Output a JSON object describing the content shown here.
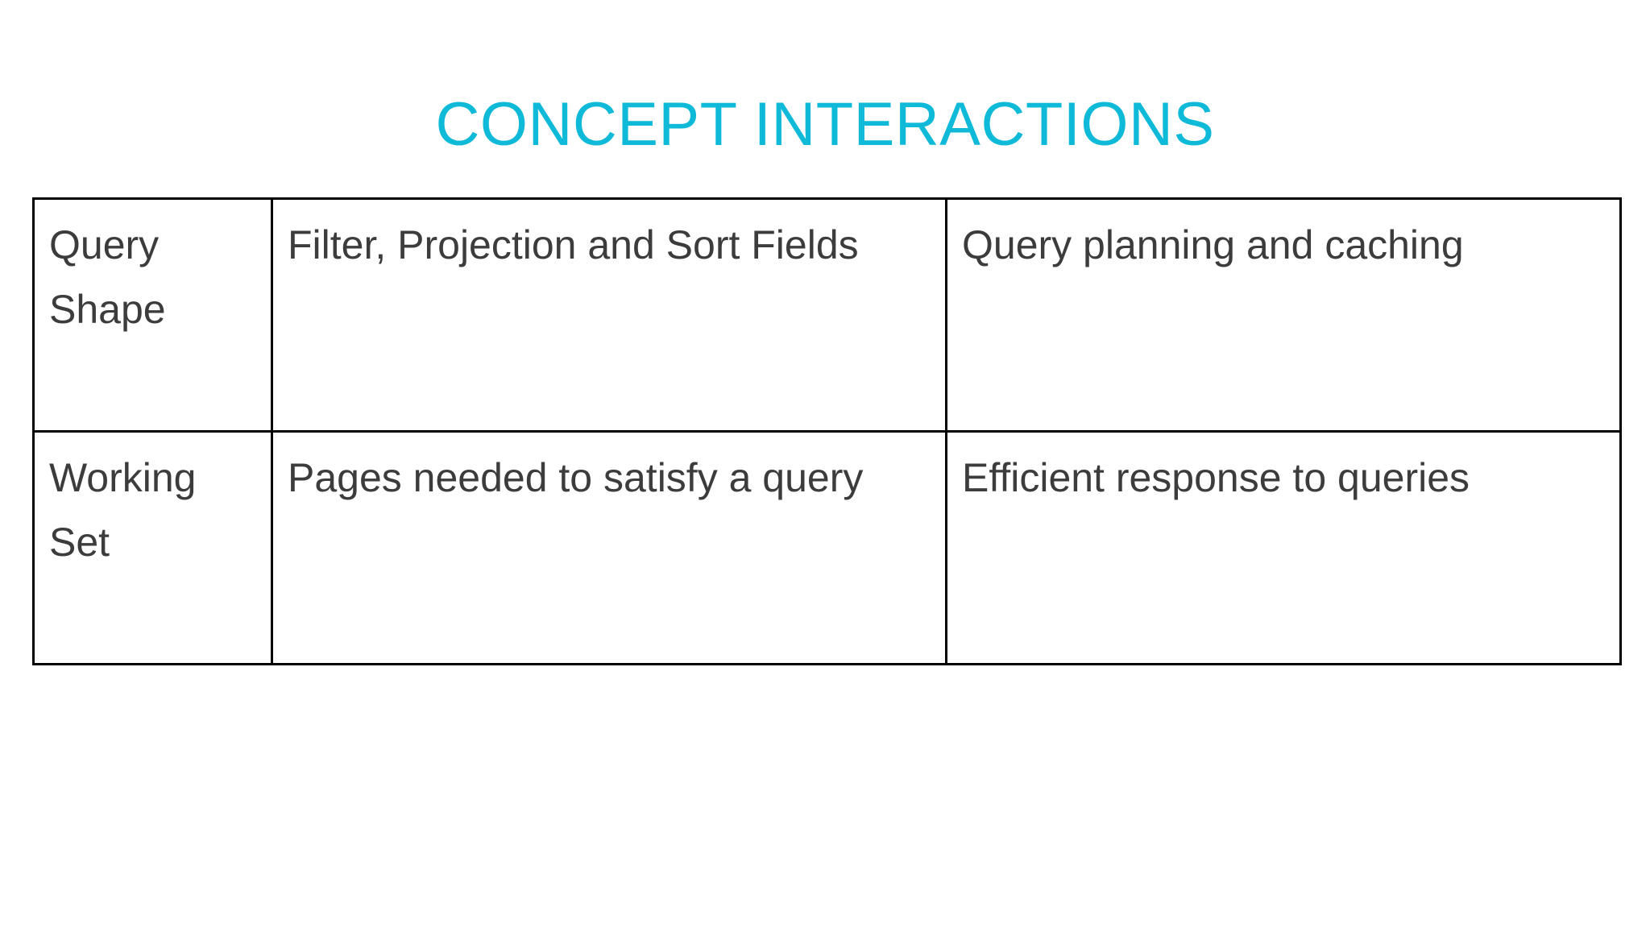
{
  "slide": {
    "title": "CONCEPT INTERACTIONS",
    "title_color": "#0FB9D8",
    "background_color": "#FFFFFF",
    "body_text_color": "#3C3C3C",
    "border_color": "#000000"
  },
  "table": {
    "rows": [
      {
        "concept": "Query Shape",
        "description": "Filter, Projection and Sort Fields",
        "impact": "Query planning and caching"
      },
      {
        "concept": "Working Set",
        "description": "Pages needed to satisfy a query",
        "impact": "Efficient response to queries"
      }
    ]
  }
}
